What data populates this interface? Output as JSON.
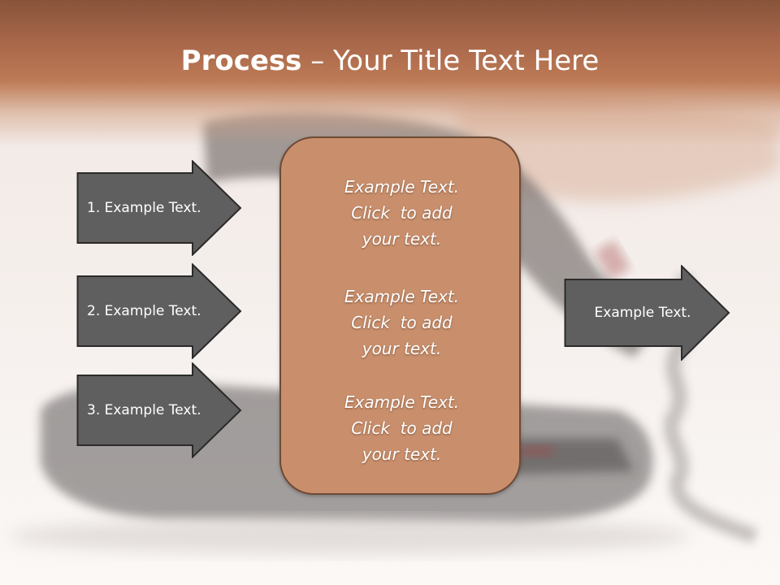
{
  "slide": {
    "title_bold": "Process",
    "title_separator": " – ",
    "title_rest": "Your Title Text Here"
  },
  "left_arrows": [
    {
      "label": "1. Example Text."
    },
    {
      "label": "2. Example Text."
    },
    {
      "label": "3. Example Text."
    }
  ],
  "center_box": {
    "blocks": [
      {
        "line1": "Example Text.",
        "line2": "Click  to add",
        "line3": "your text."
      },
      {
        "line1": "Example Text.",
        "line2": "Click  to add",
        "line3": "your text."
      },
      {
        "line1": "Example Text.",
        "line2": "Click  to add",
        "line3": "your text."
      }
    ]
  },
  "right_arrow": {
    "label": "Example Text."
  },
  "colors": {
    "title_band": "#a8664a",
    "center_box_fill": "#c98f6c",
    "center_box_border": "#6e4a36",
    "arrow_fill": "#5f5f5f",
    "arrow_border": "#2b2b2b",
    "text": "#ffffff"
  }
}
